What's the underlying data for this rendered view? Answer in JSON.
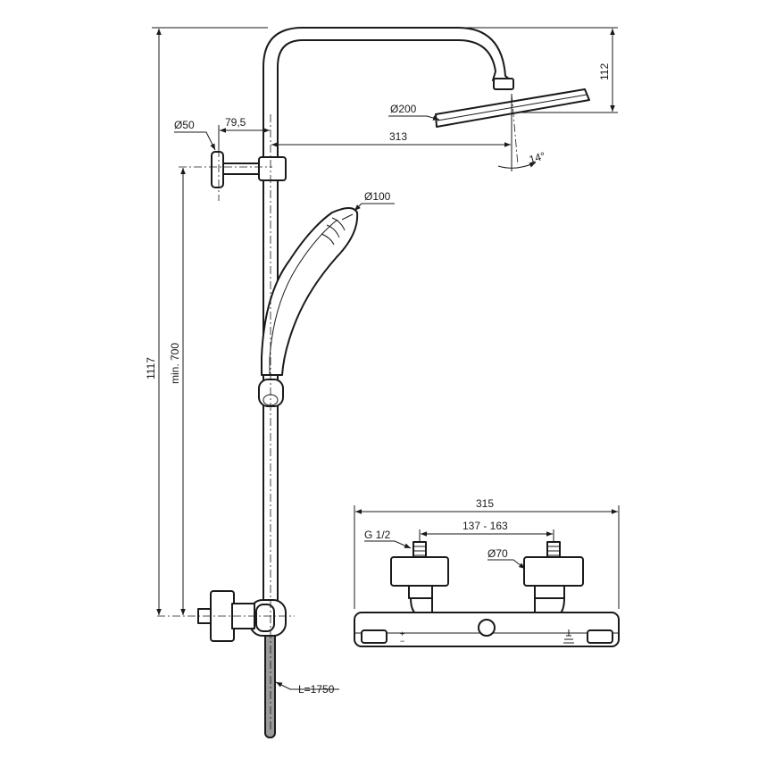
{
  "dimensions": {
    "arm_offset": "79,5",
    "wall_flange_diameter": "Ø50",
    "arm_reach": "313",
    "overhead_diameter": "Ø200",
    "overhead_height": "112",
    "overhead_angle": "14°",
    "handshower_diameter": "Ø100",
    "total_height": "1117",
    "min_mount_height": "min. 700",
    "hose_length": "L=1750",
    "mixer_width": "315",
    "inlet_centers": "137 - 163",
    "inlet_thread": "G 1/2",
    "escutcheon_diameter": "Ø70"
  },
  "mixer_markings": {
    "hot_symbol": "+",
    "cold_symbol": "−"
  },
  "colors": {
    "line": "#1a1a1a",
    "hose_fill": "#9a9a9a",
    "background": "#ffffff"
  }
}
